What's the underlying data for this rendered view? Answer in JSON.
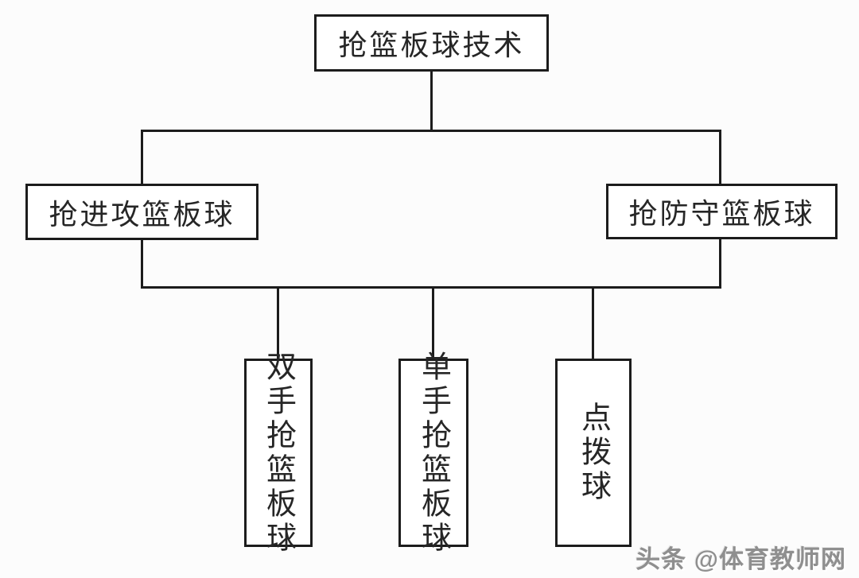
{
  "diagram": {
    "title": "basketball rebounding technique flow chart",
    "root": {
      "label": "抢篮板球技术"
    },
    "branches": [
      {
        "label": "抢进攻篮板球"
      },
      {
        "label": "抢防守篮板球"
      }
    ],
    "leaves": [
      {
        "label": "双手抢篮板球"
      },
      {
        "label": "单手抢篮板球"
      },
      {
        "label": "点拨球"
      }
    ]
  },
  "watermark": {
    "text": "头条 @体育教师网"
  },
  "colors": {
    "line": "#1c1c1c",
    "box_fill": "#ffffff",
    "text": "#262626",
    "background": "#fcfcfc",
    "watermark": "#8f8f8f"
  }
}
